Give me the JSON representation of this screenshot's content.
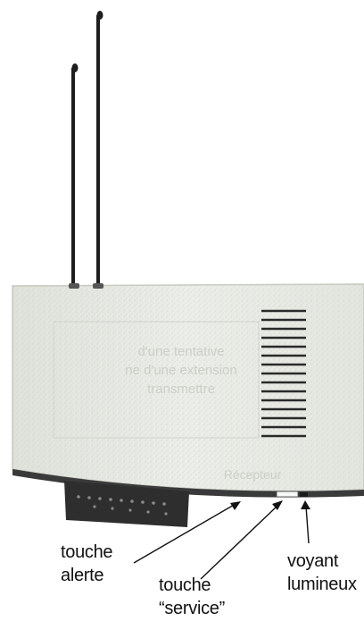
{
  "labels": {
    "alert_key": {
      "line1": "touche",
      "line2": "alerte"
    },
    "service_key": {
      "line1": "touche",
      "line2": "“service”"
    },
    "indicator_light": {
      "line1": "voyant",
      "line2": "lumineux"
    }
  },
  "device_panel_text": {
    "line1": "d'une tentative",
    "line2": "ne d'une extension",
    "line3": "transmettre",
    "footer": "Récepteur"
  },
  "colors": {
    "device_body": "#e6e8e3",
    "device_shading": "#d2d5ce",
    "antenna": "#1e1e1e",
    "keypad": "#2e2e2e",
    "line": "#111111"
  }
}
